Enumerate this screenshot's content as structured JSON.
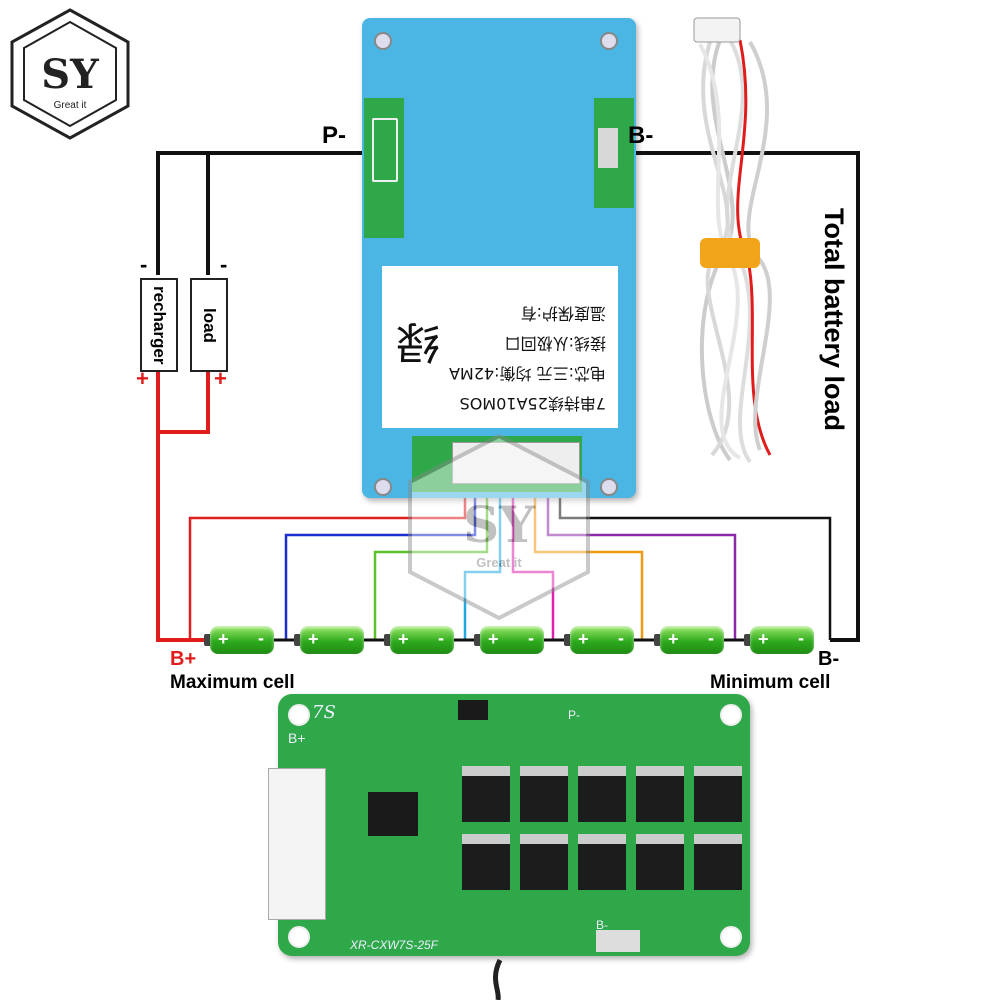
{
  "logo": {
    "letters": "SY",
    "tagline": "Great it"
  },
  "bms_module": {
    "sticker_lines": [
      "7串持续25A10MOS",
      "电芯:三元  均衡:42MA",
      "接线:从极回口",
      "温度保护:有"
    ],
    "sticker_big": "绿"
  },
  "terminals": {
    "p_minus": "P-",
    "b_minus_top": "B-"
  },
  "side_boxes": {
    "recharger": "recharger",
    "load": "load"
  },
  "signs": {
    "minus": "-",
    "plus": "+"
  },
  "total_load": "Total battery load",
  "cells": {
    "count": 7,
    "plus_sign": "+",
    "minus_sign": "-"
  },
  "bottom_labels": {
    "b_plus": "B+",
    "b_minus": "B-",
    "maximum_cell": "Maximum cell",
    "minimum_cell": "Minimum cell"
  },
  "pcb": {
    "model": "XR-CXW7S-25F",
    "series": "7S",
    "b_plus": "B+",
    "b_minus": "B-",
    "p_minus": "P-"
  },
  "colors": {
    "wire_black": "#111111",
    "wire_red": "#e01c1c",
    "wire_blue": "#1a2fd0",
    "wire_green": "#5bc02a",
    "wire_cyan": "#20a8e0",
    "wire_magenta": "#e020b0",
    "wire_orange": "#f09a10",
    "wire_purple": "#8a2aa8",
    "module_blue": "#4bb6e4",
    "pcb_green": "#2fa84a"
  }
}
